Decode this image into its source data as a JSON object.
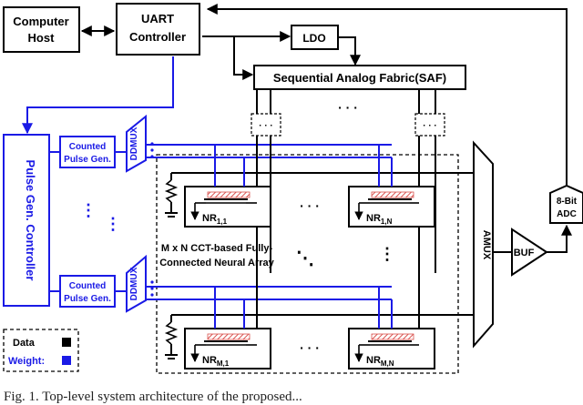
{
  "blocks": {
    "host_line1": "Computer",
    "host_line2": "Host",
    "uart_line1": "UART",
    "uart_line2": "Controller",
    "ldo": "LDO",
    "saf": "Sequential Analog Fabric(SAF)",
    "pulse_controller": "Pulse Gen. Controller",
    "counted_line1": "Counted",
    "counted_line2": "Pulse Gen.",
    "ddmux": "DDMUX",
    "amux": "AMUX",
    "buf": "BUF",
    "adc_line1": "8-Bit",
    "adc_line2": "ADC"
  },
  "array": {
    "label_line1": "M x N CCT-based Fully-",
    "label_line2": "Connected Neural Array",
    "nr_11": "NR",
    "nr_11_sub": "1,1",
    "nr_1n": "NR",
    "nr_1n_sub": "1,N",
    "nr_m1": "NR",
    "nr_m1_sub": "M,1",
    "nr_mn": "NR",
    "nr_mn_sub": "M,N",
    "dots_h": "· · ·",
    "dots_v": "⋮",
    "dots_d": "⋱",
    "dots_top": "· · ·",
    "dots_mid": "· · ·",
    "dots_col": "⋮"
  },
  "legend": {
    "data": "Data",
    "weight": "Weight:"
  },
  "caption": "Fig. 1.  Top-level system architecture of the proposed...",
  "colors": {
    "data": "#000000",
    "weight": "#1a1ae6",
    "hatch": "#d9534f"
  }
}
